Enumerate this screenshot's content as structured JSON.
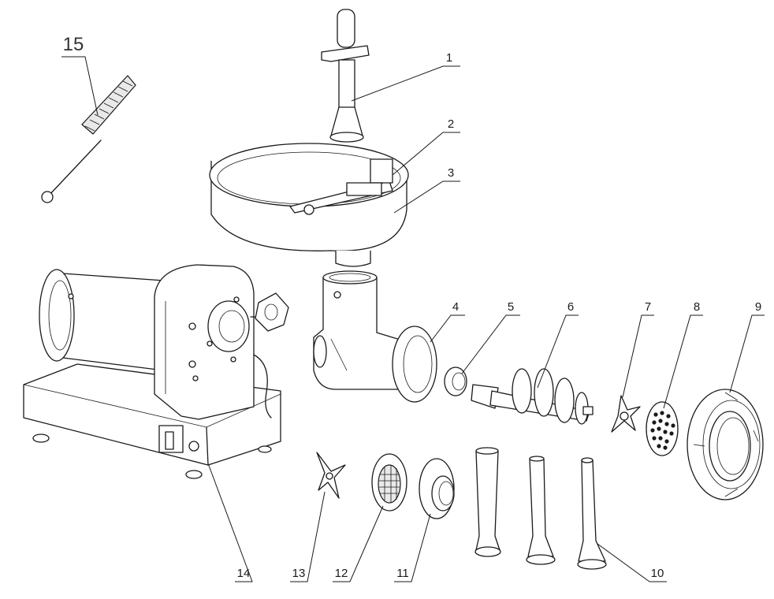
{
  "parts": [
    {
      "id": "p1",
      "number": "1",
      "icon": "pusher-icon"
    },
    {
      "id": "p2",
      "number": "2",
      "icon": "latch-icon"
    },
    {
      "id": "p3",
      "number": "3",
      "icon": "tray-icon"
    },
    {
      "id": "p4",
      "number": "4",
      "icon": "grinder-head-icon"
    },
    {
      "id": "p5",
      "number": "5",
      "icon": "bushing-icon"
    },
    {
      "id": "p6",
      "number": "6",
      "icon": "auger-icon"
    },
    {
      "id": "p7",
      "number": "7",
      "icon": "cutting-blade-icon"
    },
    {
      "id": "p8",
      "number": "8",
      "icon": "grinding-plate-icon"
    },
    {
      "id": "p9",
      "number": "9",
      "icon": "ring-nut-icon"
    },
    {
      "id": "p10",
      "number": "10",
      "icon": "sausage-tube-icon"
    },
    {
      "id": "p11",
      "number": "11",
      "icon": "kubbe-attachment-icon"
    },
    {
      "id": "p12",
      "number": "12",
      "icon": "fine-plate-icon"
    },
    {
      "id": "p13",
      "number": "13",
      "icon": "small-blade-icon"
    },
    {
      "id": "p14",
      "number": "14",
      "icon": "motor-base-icon"
    },
    {
      "id": "p15",
      "number": "15",
      "icon": "cleaning-brush-icon"
    }
  ]
}
